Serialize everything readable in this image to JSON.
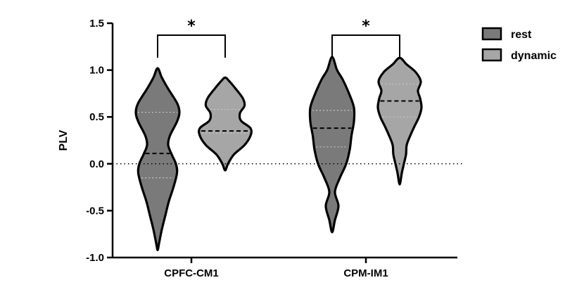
{
  "chart_data": {
    "type": "violin",
    "ylabel": "PLV",
    "ylim": [
      -1.0,
      1.5
    ],
    "yticks": [
      1.5,
      1.0,
      0.5,
      0.0,
      -0.5,
      -1.0
    ],
    "ytick_labels": [
      "1.5",
      "1.0",
      "0.5",
      "0.0",
      "-0.5",
      "-1.0"
    ],
    "reference_line": 0.0,
    "categories": [
      "CPFC-CM1",
      "CPM-IM1"
    ],
    "series": [
      {
        "name": "rest",
        "color": "#7a7a7a"
      },
      {
        "name": "dynamic",
        "color": "#a6a6a6"
      }
    ],
    "legend_position": "top-right",
    "violins": [
      {
        "category": "CPFC-CM1",
        "series": "rest",
        "median": 0.11,
        "q1": -0.15,
        "q3": 0.55,
        "min": -0.92,
        "max": 1.02,
        "density": [
          [
            -0.92,
            0.0
          ],
          [
            -0.85,
            0.04
          ],
          [
            -0.7,
            0.12
          ],
          [
            -0.55,
            0.22
          ],
          [
            -0.4,
            0.32
          ],
          [
            -0.25,
            0.45
          ],
          [
            -0.1,
            0.55
          ],
          [
            0.0,
            0.52
          ],
          [
            0.1,
            0.4
          ],
          [
            0.2,
            0.3
          ],
          [
            0.3,
            0.35
          ],
          [
            0.45,
            0.55
          ],
          [
            0.55,
            0.62
          ],
          [
            0.65,
            0.55
          ],
          [
            0.8,
            0.3
          ],
          [
            0.92,
            0.12
          ],
          [
            1.02,
            0.0
          ]
        ]
      },
      {
        "category": "CPFC-CM1",
        "series": "dynamic",
        "median": 0.35,
        "q1": 0.33,
        "q3": 0.58,
        "min": -0.07,
        "max": 0.92,
        "density": [
          [
            -0.07,
            0.0
          ],
          [
            0.0,
            0.08
          ],
          [
            0.1,
            0.25
          ],
          [
            0.2,
            0.55
          ],
          [
            0.3,
            0.72
          ],
          [
            0.38,
            0.72
          ],
          [
            0.46,
            0.45
          ],
          [
            0.54,
            0.42
          ],
          [
            0.62,
            0.55
          ],
          [
            0.7,
            0.5
          ],
          [
            0.8,
            0.3
          ],
          [
            0.88,
            0.12
          ],
          [
            0.92,
            0.0
          ]
        ]
      },
      {
        "category": "CPM-IM1",
        "series": "rest",
        "median": 0.38,
        "q1": 0.18,
        "q3": 0.57,
        "min": -0.73,
        "max": 1.14,
        "density": [
          [
            -0.73,
            0.0
          ],
          [
            -0.6,
            0.08
          ],
          [
            -0.45,
            0.18
          ],
          [
            -0.3,
            0.08
          ],
          [
            -0.15,
            0.22
          ],
          [
            0.0,
            0.4
          ],
          [
            0.15,
            0.5
          ],
          [
            0.3,
            0.55
          ],
          [
            0.45,
            0.62
          ],
          [
            0.6,
            0.62
          ],
          [
            0.75,
            0.48
          ],
          [
            0.9,
            0.3
          ],
          [
            1.0,
            0.14
          ],
          [
            1.14,
            0.0
          ]
        ]
      },
      {
        "category": "CPM-IM1",
        "series": "dynamic",
        "median": 0.67,
        "q1": 0.5,
        "q3": 0.85,
        "min": -0.22,
        "max": 1.13,
        "density": [
          [
            -0.22,
            0.0
          ],
          [
            -0.1,
            0.06
          ],
          [
            0.0,
            0.12
          ],
          [
            0.1,
            0.18
          ],
          [
            0.2,
            0.2
          ],
          [
            0.3,
            0.3
          ],
          [
            0.4,
            0.42
          ],
          [
            0.5,
            0.55
          ],
          [
            0.6,
            0.62
          ],
          [
            0.7,
            0.58
          ],
          [
            0.78,
            0.52
          ],
          [
            0.88,
            0.6
          ],
          [
            0.98,
            0.45
          ],
          [
            1.06,
            0.2
          ],
          [
            1.13,
            0.0
          ]
        ]
      }
    ],
    "annotations": [
      {
        "category": "CPFC-CM1",
        "label": "*"
      },
      {
        "category": "CPM-IM1",
        "label": "*"
      }
    ]
  }
}
